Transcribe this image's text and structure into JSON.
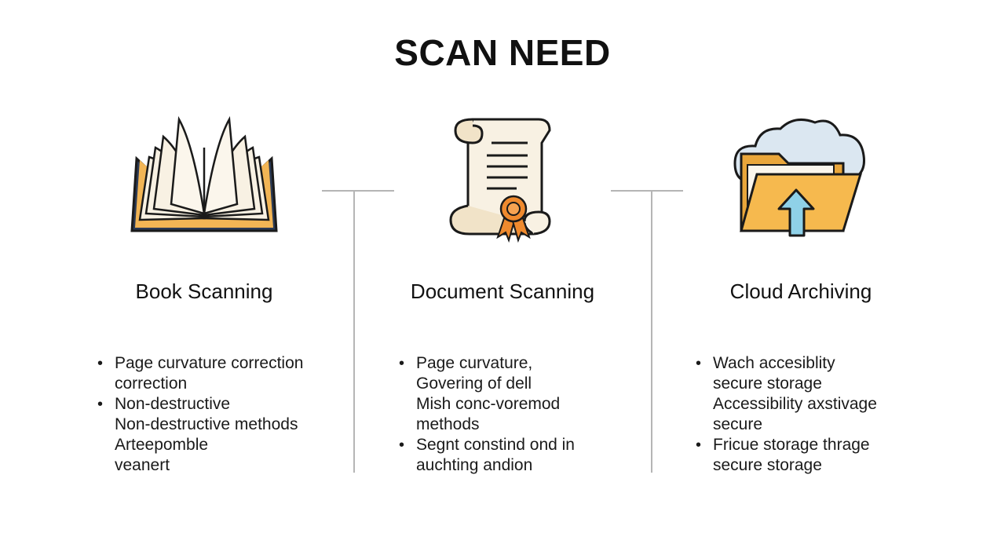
{
  "title": "SCAN NEED",
  "columns": [
    {
      "icon": "open-book-icon",
      "title": "Book Scanning",
      "bullets": [
        {
          "lines": [
            "Page curvature correction",
            "correction"
          ]
        },
        {
          "lines": [
            "Non-destructive",
            "Non-destructive methods",
            "Arteepomble",
            "veanert"
          ]
        }
      ]
    },
    {
      "icon": "scroll-certificate-icon",
      "title": "Document Scanning",
      "bullets": [
        {
          "lines": [
            "Page curvature,",
            "Govering of dell",
            "Mish conc-voremod",
            "methods"
          ]
        },
        {
          "lines": [
            "Segnt constind ond in",
            "auchting andion"
          ]
        }
      ]
    },
    {
      "icon": "cloud-folder-upload-icon",
      "title": "Cloud Archiving",
      "bullets": [
        {
          "lines": [
            "Wach accesiblity",
            "secure storage",
            "Accessibility axstivage",
            "secure"
          ]
        },
        {
          "lines": [
            "Fricue storage thrage",
            "secure storage"
          ]
        }
      ]
    }
  ],
  "colors": {
    "outline": "#1a1a1a",
    "paper": "#f8f1e3",
    "book_cover": "#f2b555",
    "book_spine": "#2b3a55",
    "ribbon": "#ef8a2e",
    "folder": "#f6b94e",
    "folder_back": "#e9a63b",
    "cloud": "#dbe7f1",
    "arrow": "#8fd1e8",
    "divider": "#b5b5b5"
  }
}
